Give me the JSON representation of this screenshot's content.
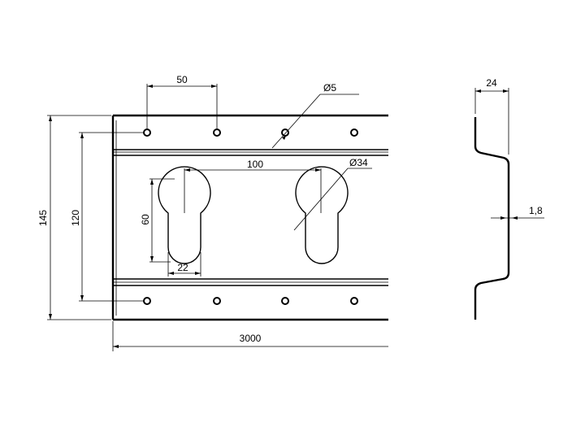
{
  "dimensions": {
    "hole_pitch": "50",
    "hole_diameter": "Ø5",
    "slot_pitch": "100",
    "slot_diameter": "Ø34",
    "slot_height": "60",
    "slot_width": "22",
    "total_height": "145",
    "hole_row_spacing": "120",
    "length": "3000",
    "profile_depth": "24",
    "thickness": "1,8"
  },
  "colors": {
    "line": "#000000",
    "background": "#ffffff"
  }
}
